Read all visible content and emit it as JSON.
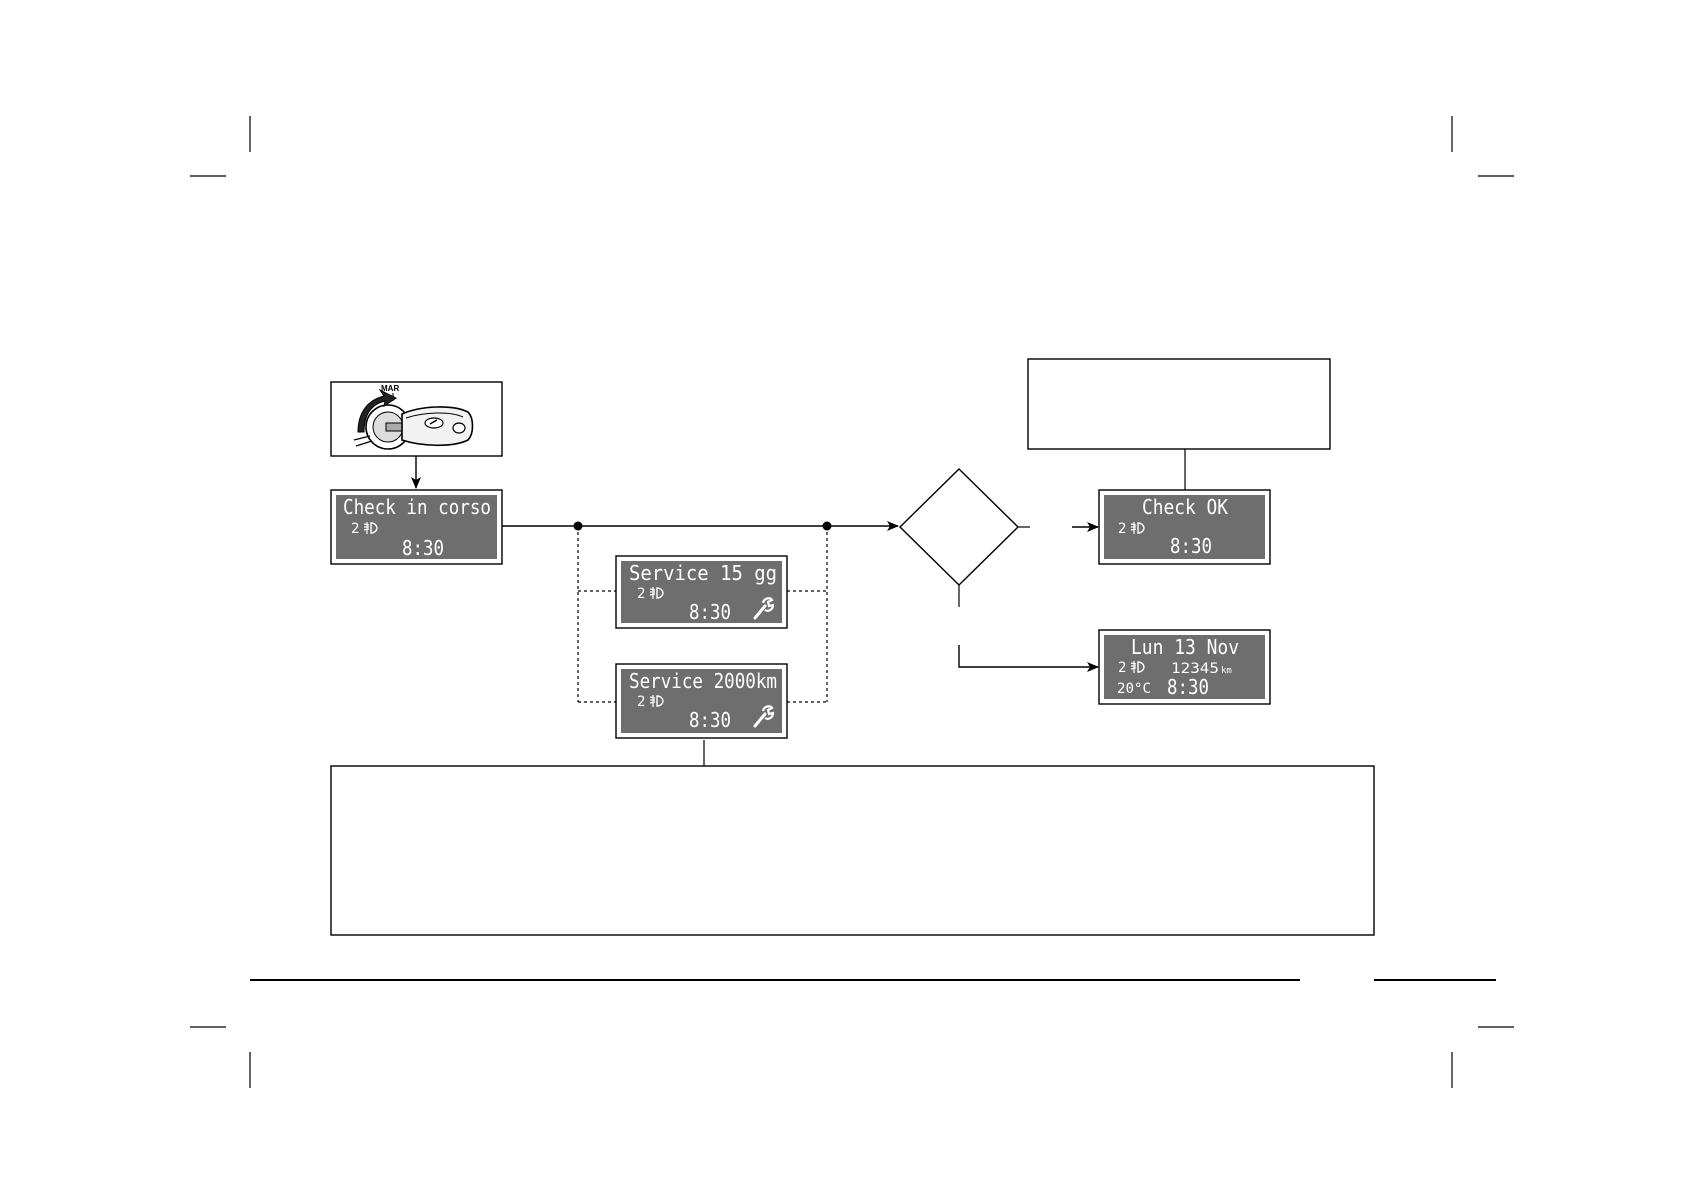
{
  "colors": {
    "ink": "#000000",
    "lcd_background": "#6e6e6e",
    "lcd_text": "#ffffff",
    "paper": "#ffffff"
  },
  "ignition": {
    "position_label": "MAR",
    "icon": "ignition-key-icon"
  },
  "displays": {
    "check_in_progress": {
      "line1": "Check in corso",
      "line2_gear": "2",
      "line3_time": "8:30",
      "icon": "headlight-icon"
    },
    "service_days": {
      "line1": "Service  15 gg",
      "line2_gear": "2",
      "line3_time": "8:30",
      "icons": [
        "headlight-icon",
        "wrench-icon"
      ]
    },
    "service_km": {
      "line1": "Service 2000km",
      "line2_gear": "2",
      "line3_time": "8:30",
      "icons": [
        "headlight-icon",
        "wrench-icon"
      ]
    },
    "check_ok": {
      "line1": "Check OK",
      "line2_gear": "2",
      "line3_time": "8:30",
      "icon": "headlight-icon"
    },
    "normal": {
      "line1": "Lun 13 Nov",
      "line2_gear": "2",
      "odometer": "12345",
      "odometer_unit": "km",
      "temperature": "20°C",
      "line3_time": "8:30",
      "icon": "headlight-icon"
    }
  }
}
